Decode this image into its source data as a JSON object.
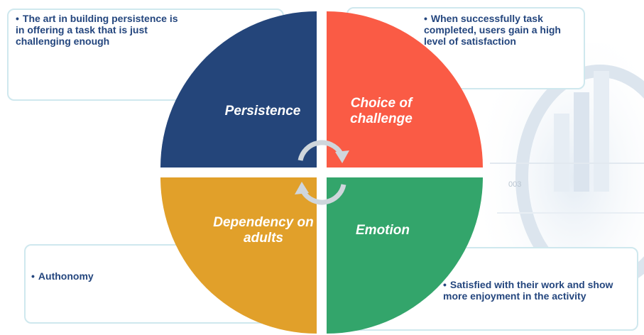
{
  "quadrants": {
    "top_left": {
      "label": "Persistence",
      "color": "#24457a"
    },
    "top_right": {
      "label": "Choice of challenge",
      "color": "#fa5b45"
    },
    "bottom_left": {
      "label": "Dependency on adults",
      "color": "#e1a02a"
    },
    "bottom_right": {
      "label": "Emotion",
      "color": "#33a56b"
    }
  },
  "notes": {
    "top_left": {
      "bullet": "•",
      "text": "The art in building persistence is in offering a task that is just challenging enough"
    },
    "top_right": {
      "bullet": "•",
      "text": "When successfully task completed, users gain a high level of satisfaction"
    },
    "bottom_left": {
      "bullet": "•",
      "text": "Authonomy"
    },
    "bottom_right": {
      "bullet": "•",
      "text": "Satisfied with their work and show more enjoyment in the activity"
    }
  },
  "background": {
    "text": "003"
  },
  "colors": {
    "note_text": "#24467e",
    "note_border": "#cfe8ee",
    "cycle_arrows": "#cfd6dc"
  }
}
